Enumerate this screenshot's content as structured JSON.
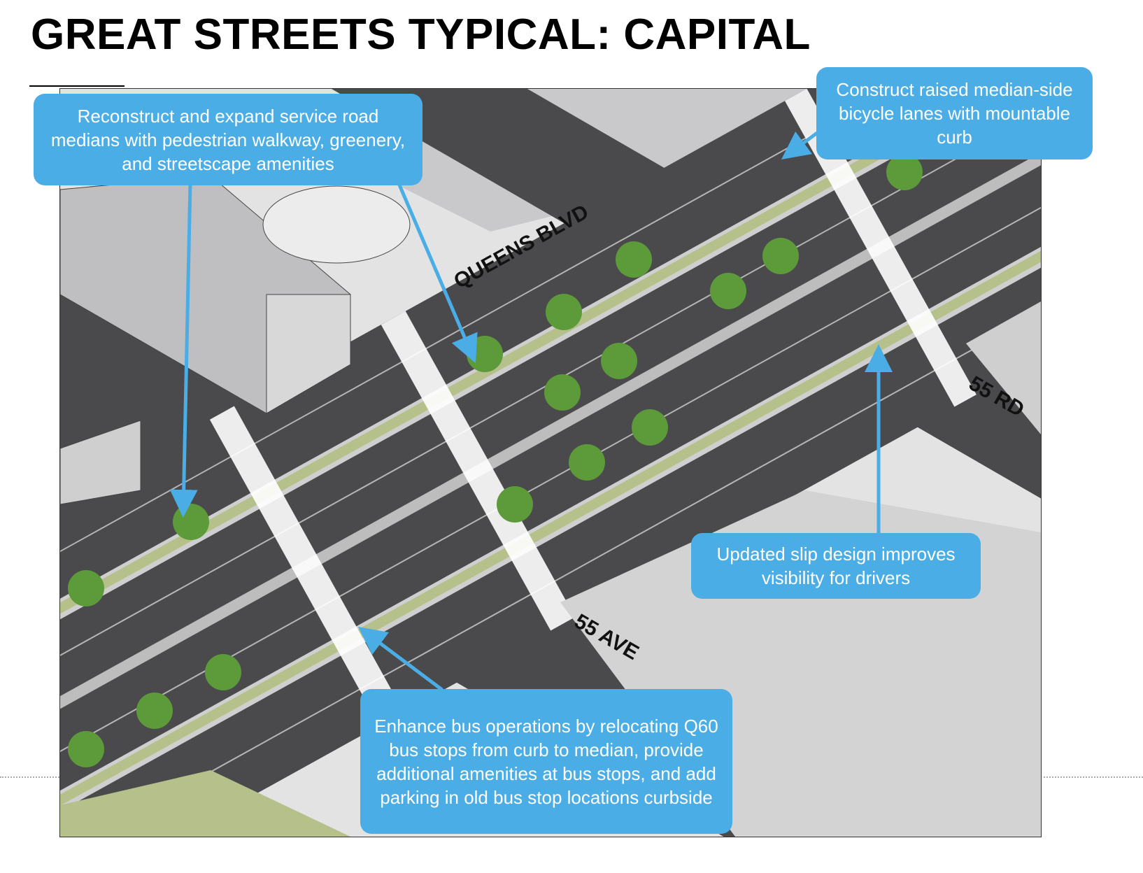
{
  "title": "GREAT STREETS TYPICAL: CAPITAL",
  "street_labels": {
    "main": "QUEENS BLVD",
    "cross_upper": "55 RD",
    "cross_lower": "55 AVE"
  },
  "callouts": [
    {
      "text": "Reconstruct and expand service road medians with pedestrian walkway, greenery, and streetscape amenities"
    },
    {
      "text": "Construct raised median-side bicycle lanes with mountable curb"
    },
    {
      "text": "Updated slip design improves visibility for drivers"
    },
    {
      "text": "Enhance bus operations by relocating Q60 bus stops from curb to median, provide additional amenities at bus stops, and add parking in old bus stop locations curbside"
    }
  ],
  "colors": {
    "callout": "#4aade6",
    "road": "#4a4a4c",
    "median": "#b5c08a",
    "ground": "#e3e3e3"
  }
}
